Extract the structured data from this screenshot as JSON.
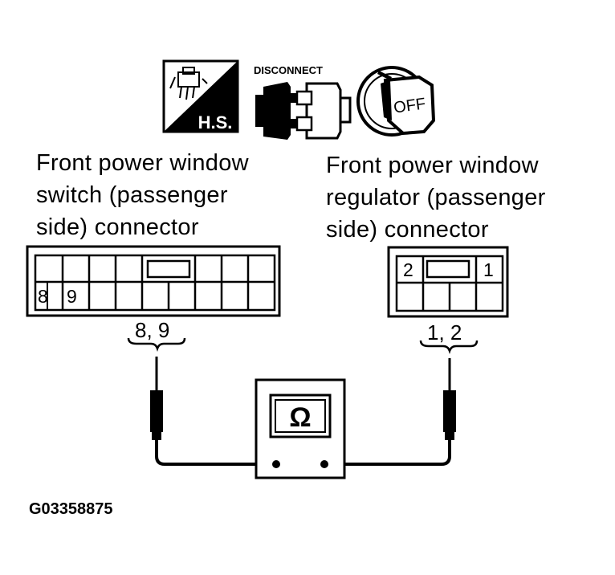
{
  "icons": {
    "hs_label": "H.S.",
    "disconnect_label": "DISCONNECT",
    "off_label": "OFF"
  },
  "left_connector": {
    "caption_lines": [
      "Front power window",
      "switch (passenger",
      "side) connector"
    ],
    "cell_labels": [
      "8",
      "9"
    ],
    "bracket_label": "8, 9"
  },
  "right_connector": {
    "caption_lines": [
      "Front power window",
      "regulator (passenger",
      "side) connector"
    ],
    "cell_labels": [
      "2",
      "1"
    ],
    "bracket_label": "1, 2"
  },
  "meter": {
    "symbol": "Ω"
  },
  "figure_code": "G03358875"
}
